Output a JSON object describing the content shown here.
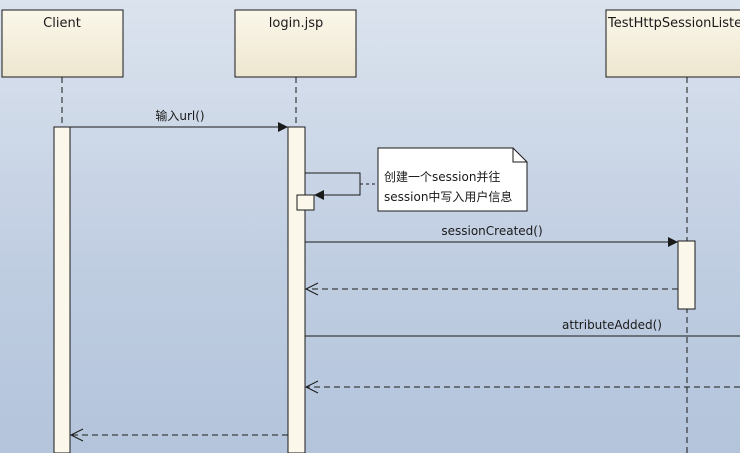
{
  "lifelines": [
    {
      "id": "client",
      "label": "Client"
    },
    {
      "id": "login",
      "label": "login.jsp"
    },
    {
      "id": "listener",
      "label": "TestHttpSessionListe"
    }
  ],
  "messages": [
    {
      "id": "m1",
      "label": "输入url()",
      "from": "client",
      "to": "login",
      "kind": "sync"
    },
    {
      "id": "m2",
      "label": "",
      "from": "login",
      "to": "login",
      "kind": "self"
    },
    {
      "id": "m3",
      "label": "sessionCreated()",
      "from": "login",
      "to": "listener",
      "kind": "sync"
    },
    {
      "id": "m4",
      "label": "",
      "from": "listener",
      "to": "login",
      "kind": "return"
    },
    {
      "id": "m5",
      "label": "attributeAdded()",
      "from": "login",
      "to": "offscreen",
      "kind": "sync"
    },
    {
      "id": "m6",
      "label": "",
      "from": "offscreen",
      "to": "login",
      "kind": "return"
    },
    {
      "id": "m7",
      "label": "",
      "from": "login",
      "to": "client",
      "kind": "return"
    }
  ],
  "note": {
    "lines": [
      "创建一个session并往",
      "session中写入用户信息"
    ]
  },
  "colors": {
    "box_fill_top": "#fbf7ea",
    "box_fill_bottom": "#ede6cf",
    "stroke": "#1a1a1a",
    "activation_fill": "#fbf7ea",
    "note_fill": "#ffffff"
  }
}
